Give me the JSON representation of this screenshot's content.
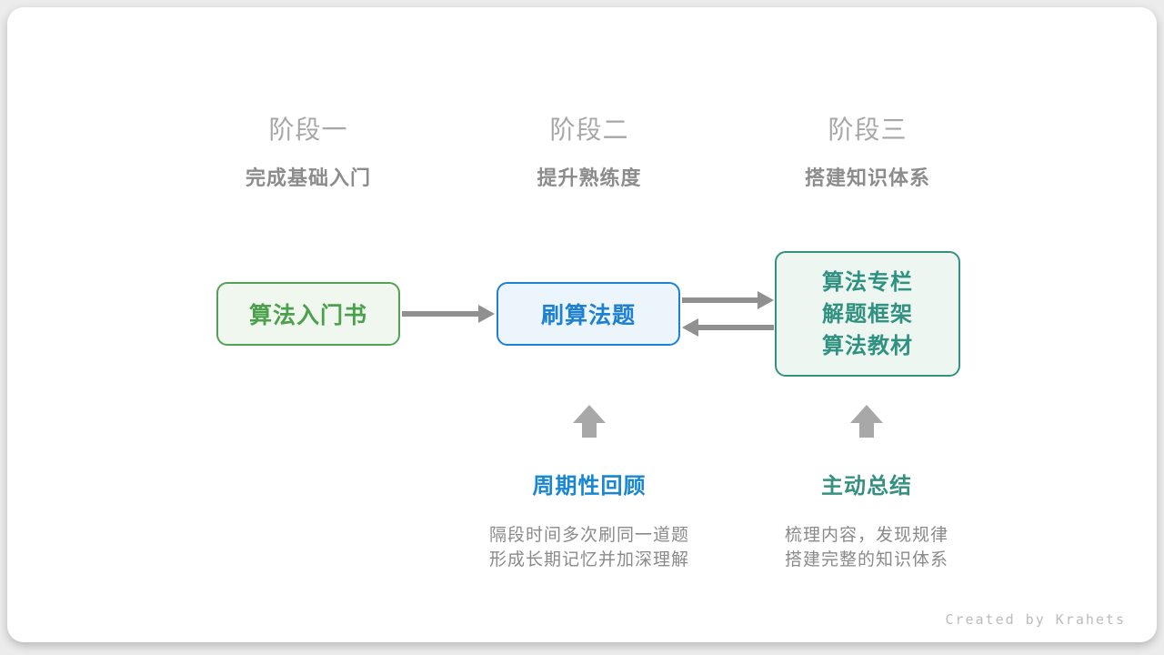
{
  "stages": [
    {
      "title": "阶段一",
      "subtitle": "完成基础入门"
    },
    {
      "title": "阶段二",
      "subtitle": "提升熟练度"
    },
    {
      "title": "阶段三",
      "subtitle": "搭建知识体系"
    }
  ],
  "nodes": [
    {
      "label": "算法入门书",
      "accent_color": "#4ba04b",
      "fill_color": "#f0f7ee"
    },
    {
      "label": "刷算法题",
      "accent_color": "#1d80d1",
      "fill_color": "#edf5fc"
    },
    {
      "lines": [
        "算法专栏",
        "解题框架",
        "算法教材"
      ],
      "accent_color": "#2f9180",
      "fill_color": "#eef6f2"
    }
  ],
  "flow_arrows": [
    {
      "from": "算法入门书",
      "to": "刷算法题",
      "direction": "right"
    },
    {
      "from": "刷算法题",
      "to": "算法专栏/解题框架/算法教材",
      "direction": "right"
    },
    {
      "from": "算法专栏/解题框架/算法教材",
      "to": "刷算法题",
      "direction": "left"
    }
  ],
  "annotations": [
    {
      "label": "周期性回顾",
      "label_color": "#1786d3",
      "lines": [
        "隔段时间多次刷同一道题",
        "形成长期记忆并加深理解"
      ]
    },
    {
      "label": "主动总结",
      "label_color": "#35917f",
      "lines": [
        "梳理内容，发现规律",
        "搭建完整的知识体系"
      ]
    }
  ],
  "footer": {
    "credit": "Created by Krahets"
  },
  "colors": {
    "canvas_background": "#ececec",
    "card_background": "#ffffff",
    "stage_title": "#a7a7a7",
    "stage_subtitle": "#8c8c8c",
    "flow_arrow": "#909090",
    "up_arrow": "#a8a8a8",
    "description_text": "#8a8a8a",
    "footer_text": "#bcbcbc"
  }
}
